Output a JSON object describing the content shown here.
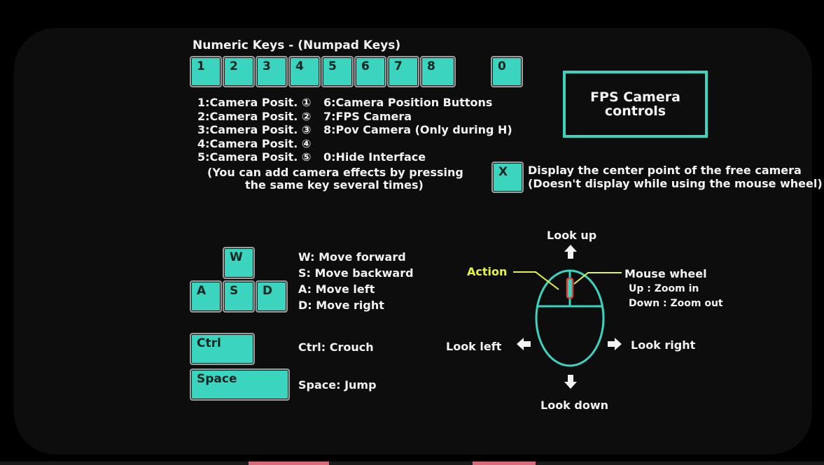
{
  "numpad": {
    "title": "Numeric Keys - (Numpad Keys)",
    "keys": [
      "1",
      "2",
      "3",
      "4",
      "5",
      "6",
      "7",
      "8",
      "0"
    ],
    "desc_left": [
      "1:Camera Posit. ①",
      "2:Camera Posit. ②",
      "3:Camera Posit. ③",
      "4:Camera Posit. ④",
      "5:Camera Posit. ⑤"
    ],
    "desc_right": [
      "6:Camera Position Buttons",
      "7:FPS Camera",
      "8:Pov Camera (Only during H)",
      "",
      "0:Hide Interface"
    ],
    "note_line1": "(You can add camera effects by pressing",
    "note_line2": "the same key several times)"
  },
  "fps_box": {
    "line1": "FPS Camera",
    "line2": "controls"
  },
  "x_key": {
    "key": "X",
    "line1": "Display the center point of the free camera",
    "line2": "(Doesn't display while using the mouse wheel)"
  },
  "movement": {
    "keys": {
      "w": "W",
      "a": "A",
      "s": "S",
      "d": "D",
      "ctrl": "Ctrl",
      "space": "Space"
    },
    "desc": [
      "W: Move forward",
      "S: Move backward",
      "A: Move left",
      "D: Move right"
    ],
    "ctrl_desc": "Ctrl: Crouch",
    "space_desc": "Space: Jump"
  },
  "mouse": {
    "look_up": "Look up",
    "look_down": "Look down",
    "look_left": "Look left",
    "look_right": "Look right",
    "action": "Action",
    "wheel": "Mouse wheel",
    "zoom_in": "Up : Zoom in",
    "zoom_out": "Down : Zoom out"
  },
  "colors": {
    "accent": "#3ad4bf",
    "action": "#e6f53c",
    "text": "#f3f3f3",
    "wheel_red": "#d9433b"
  }
}
